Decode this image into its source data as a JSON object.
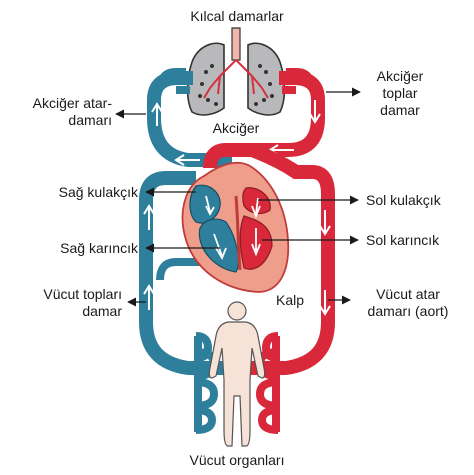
{
  "labels": {
    "capillaries": "Kılcal damarlar",
    "pulmonary_artery_l1": "Akciğer atar-",
    "pulmonary_artery_l2": "damarı",
    "lung": "Akciğer",
    "pulmonary_vein_l1": "Akciğer",
    "pulmonary_vein_l2": "toplar",
    "pulmonary_vein_l3": "damar",
    "right_atrium": "Sağ kulakçık",
    "left_atrium": "Sol kulakçık",
    "right_ventricle": "Sağ karıncık",
    "left_ventricle": "Sol karıncık",
    "heart": "Kalp",
    "vena_cava_l1": "Vücut topları",
    "vena_cava_l2": "damar",
    "aorta_l1": "Vücut atar",
    "aorta_l2": "damarı (aort)",
    "body_organs": "Vücut organları"
  },
  "colors": {
    "oxygen_poor": "#2e7f9c",
    "oxygen_rich": "#d8283a",
    "heart_tissue": "#ef9e8c",
    "lung_fill": "#b9b9bb",
    "body_fill": "#f6e2d6",
    "text": "#1a1a1a"
  }
}
